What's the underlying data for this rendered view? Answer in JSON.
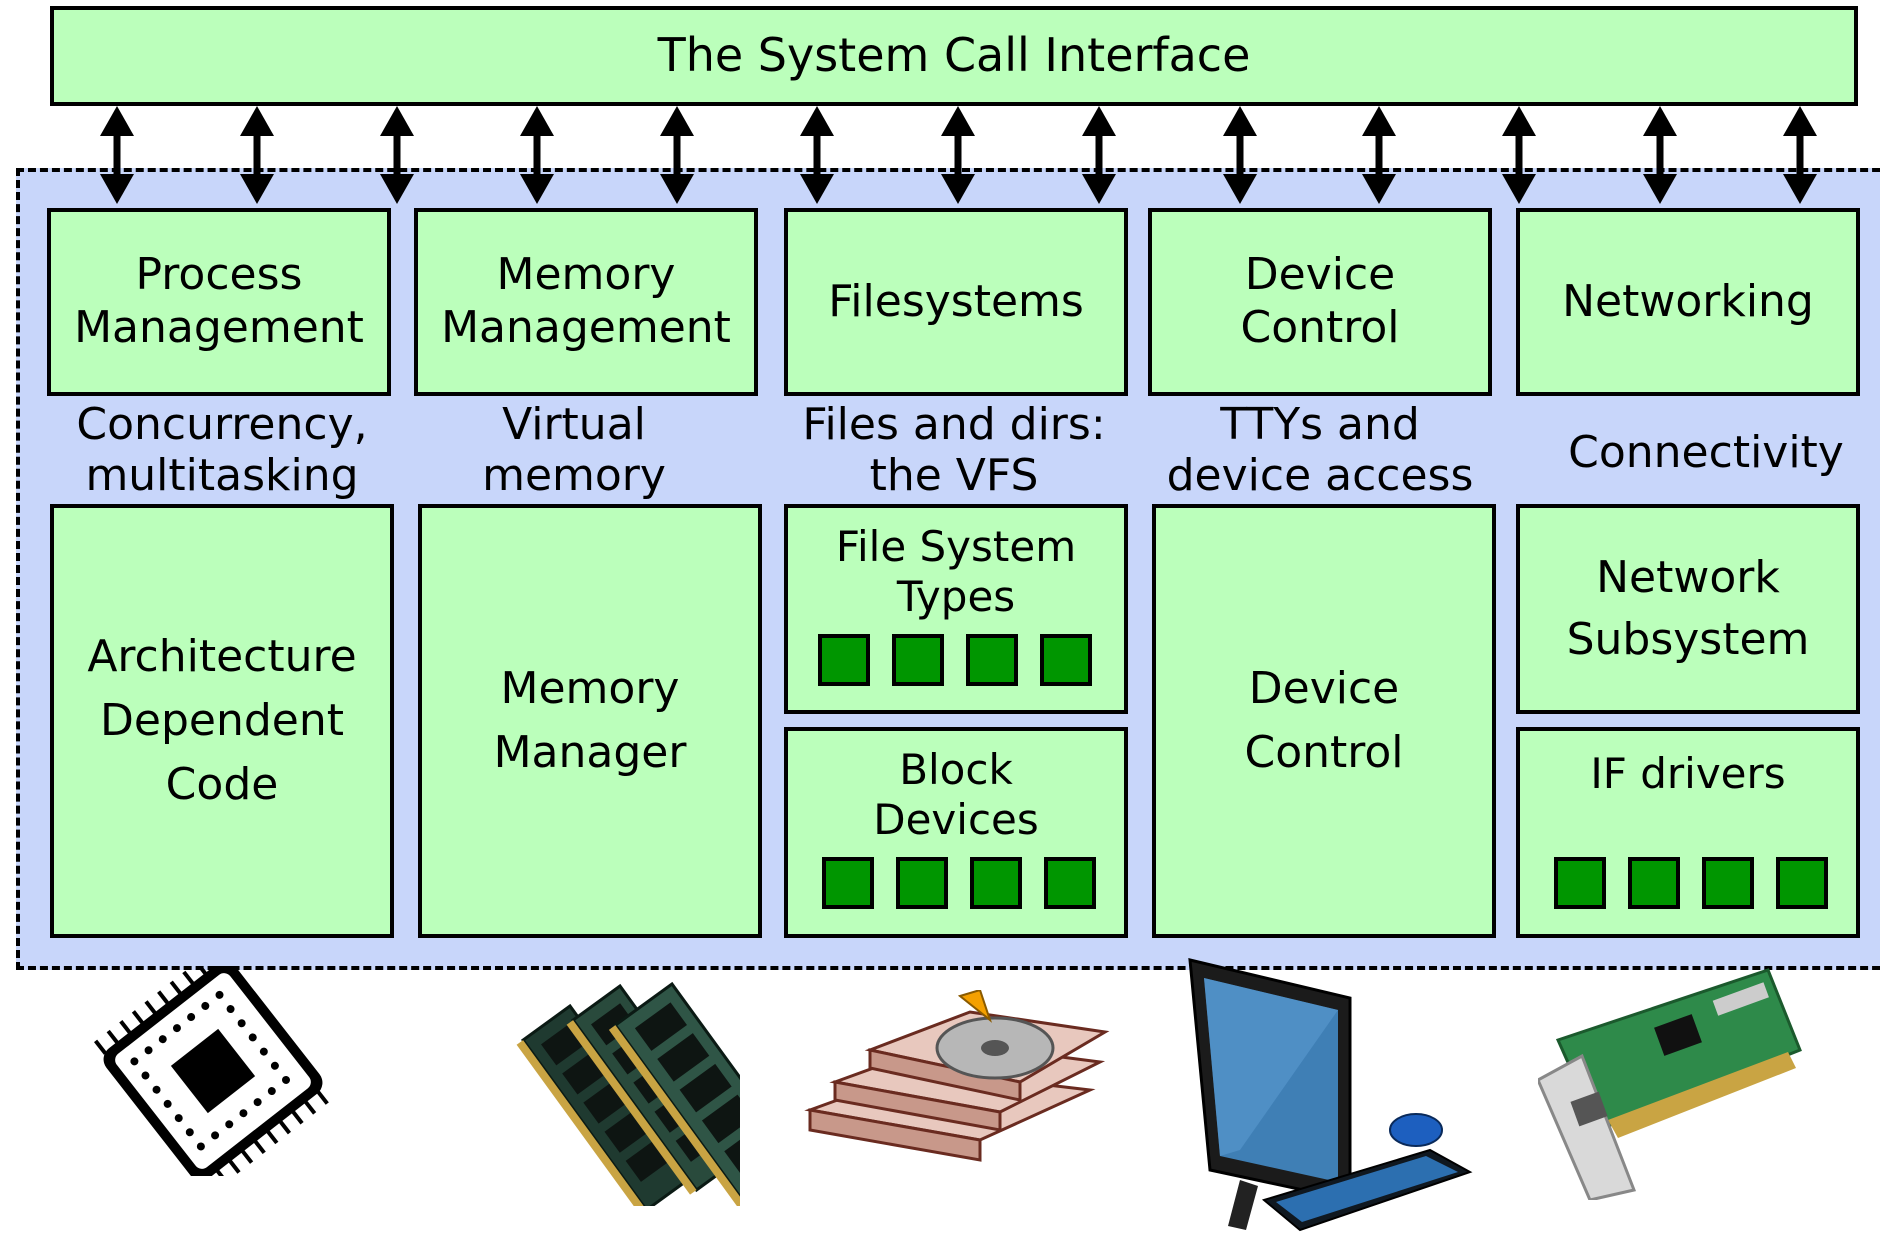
{
  "header": {
    "title": "The System Call Interface"
  },
  "columns": [
    {
      "top": [
        "Process",
        "Management"
      ],
      "desc": [
        "Concurrency,",
        "multitasking"
      ],
      "bottom": [
        "Architecture",
        "Dependent",
        "Code"
      ]
    },
    {
      "top": [
        "Memory",
        "Management"
      ],
      "desc": [
        "Virtual",
        "memory"
      ],
      "bottom": [
        "Memory",
        "Manager"
      ]
    },
    {
      "top": [
        "Filesystems"
      ],
      "desc": [
        "Files and dirs:",
        "the VFS"
      ],
      "bottom_upper": [
        "File System",
        "Types"
      ],
      "bottom_lower": [
        "Block",
        "Devices"
      ]
    },
    {
      "top": [
        "Device",
        "Control"
      ],
      "desc": [
        "TTYs and",
        "device access"
      ],
      "bottom": [
        "Device",
        "Control"
      ]
    },
    {
      "top": [
        "Networking"
      ],
      "desc": [
        "Connectivity"
      ],
      "bottom_upper": [
        "Network",
        "Subsystem"
      ],
      "bottom_lower": [
        "IF drivers"
      ]
    }
  ],
  "hardware_icons": [
    "cpu-chip-icon",
    "memory-modules-icon",
    "hard-disks-icon",
    "computer-monitor-icon",
    "network-card-icon"
  ],
  "colors": {
    "box_fill": "#bbffbb",
    "kernel_region": "#c8d6fa",
    "slot_fill": "#009600"
  }
}
